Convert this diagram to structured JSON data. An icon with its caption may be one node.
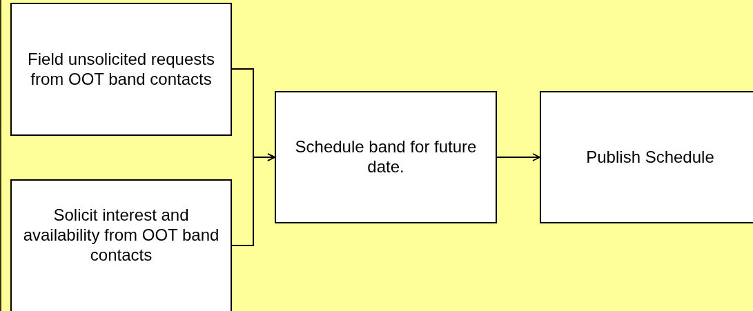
{
  "diagram": {
    "nodes": [
      {
        "text": [
          "Field unsolicited requests from OOT band contacts"
        ]
      },
      {
        "text": [
          "Solicit interest and availability from OOT band contacts"
        ]
      },
      {
        "text": [
          "Schedule band for future date."
        ]
      },
      {
        "text": [
          "Publish Schedule"
        ]
      }
    ],
    "edges": [
      {
        "from": 0,
        "to": 2,
        "arrow": "to"
      },
      {
        "from": 1,
        "to": 2,
        "arrow": "to"
      },
      {
        "from": 2,
        "to": 3,
        "arrow": "to"
      }
    ]
  }
}
